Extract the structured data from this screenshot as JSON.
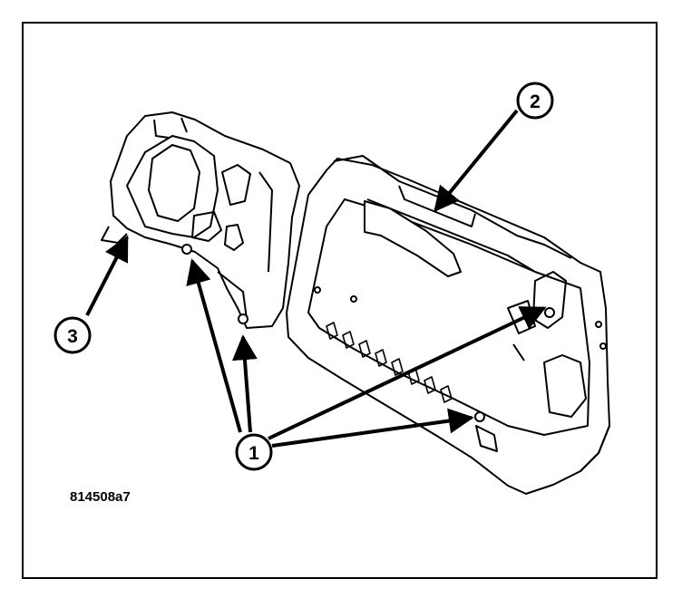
{
  "figure": {
    "id_label": "814508a7",
    "callouts": [
      {
        "number": "1",
        "name": "callout-1"
      },
      {
        "number": "2",
        "name": "callout-2"
      },
      {
        "number": "3",
        "name": "callout-3"
      }
    ]
  },
  "colors": {
    "ink": "#000000",
    "paper": "#ffffff",
    "part_fill": "#ffffff"
  }
}
